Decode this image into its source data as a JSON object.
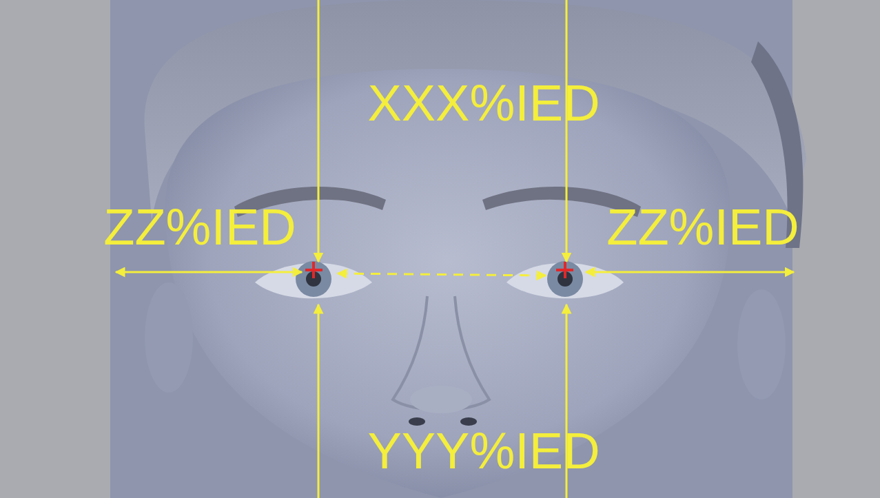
{
  "diagram": {
    "labels": [
      "XXX%IED",
      "ZZ%IED",
      "ZZ%IED",
      "YYY%IED"
    ]
  }
}
